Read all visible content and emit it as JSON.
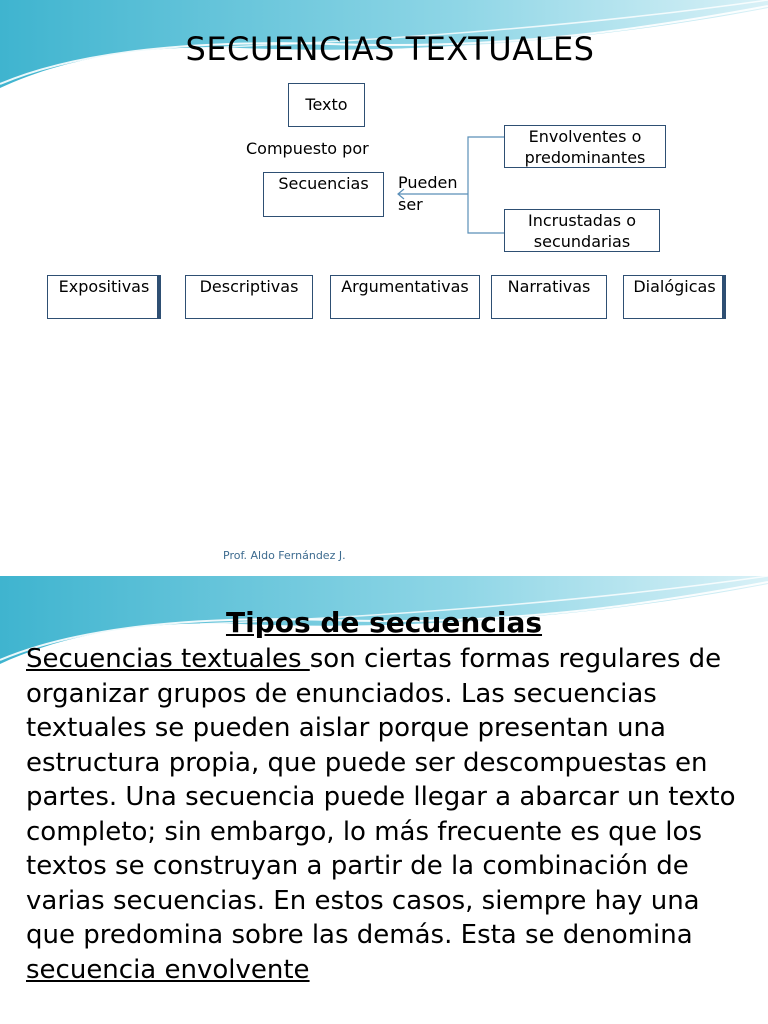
{
  "slide1": {
    "title": "SECUENCIAS TEXTUALES",
    "root": "Texto",
    "composed_label": "Compuesto por",
    "sequences": "Secuencias",
    "can_be_label": "Pueden ser",
    "enveloping": "Envolventes o predominantes",
    "embedded": "Incrustadas o secundarias",
    "types": [
      "Expositivas",
      "Descriptivas",
      "Argumentativas",
      "Narrativas",
      "Dialógicas"
    ],
    "footer": "Prof. Aldo Fernández J.",
    "colors": {
      "accent": "#2e4f73",
      "wave": "#5bc0d6"
    }
  },
  "slide2": {
    "title": "Tipos de secuencias",
    "term1": "Secuencias textuales ",
    "text1": "son ciertas formas regulares de organizar grupos de enunciados. Las secuencias textuales se pueden aislar porque presentan una estructura propia, que puede ser descompuestas en partes. Una secuencia puede llegar a abarcar un texto completo; sin embargo, lo más frecuente es que los textos se construyan a partir de la combinación de varias secuencias. En estos casos, siempre hay una que predomina sobre las demás. Esta se denomina ",
    "term2": "secuencia envolvente"
  }
}
